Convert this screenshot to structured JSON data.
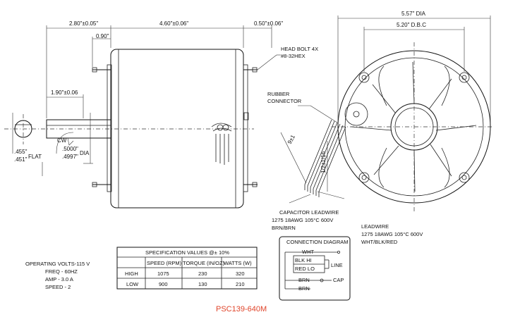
{
  "side_view": {
    "dim_overall_shaft": "2.80\"±0.05\"",
    "dim_body_length": "4.60\"±0.06\"",
    "dim_end_stud": "0.50\"±0.06\"",
    "dim_front_stud": "0.90\"",
    "dim_shaft_flat_length": "1.90\"±0.06",
    "rotation": "CW",
    "dim_flat_a": ".455\"",
    "dim_flat_b": ".451\"",
    "flat_label": "FLAT",
    "dim_dia_a": ".5000\"",
    "dim_dia_b": ".4997\"",
    "dia_label": "DIA",
    "head_bolt_line1": "HEAD BOLT 4X",
    "head_bolt_line2": "#8-32HEX"
  },
  "end_view": {
    "dim_outer_dia": "5.57\" DIA",
    "dim_bolt_circle": "5.20\" D.B.C",
    "rubber_line1": "RUBBER",
    "rubber_line2": "CONNECTOR",
    "dim_lead_length": "9±1",
    "dim_lead_strip": "1/2±1/16"
  },
  "capacitor_leadwire": {
    "title": "CAPACITOR LEADWIRE",
    "spec": "1275 18AWG 105°C 600V",
    "colors": "BRN/BRN"
  },
  "leadwire": {
    "title": "LEADWIRE",
    "spec": "1275 18AWG 105°C 600V",
    "colors": "WHT/BLK/RED"
  },
  "operating": {
    "volts": "OPERATING VOLTS-115 V",
    "freq": "FREQ - 60HZ",
    "amp": "AMP - 3.0 A",
    "speed": "SPEED - 2"
  },
  "spec_table": {
    "title": "SPECIFICATION VALUES @± 10%",
    "headers": [
      "",
      "SPEED (RPM)",
      "TORQUE (IN/OZ)",
      "WATTS (W)"
    ],
    "rows": [
      [
        "HIGH",
        "1075",
        "230",
        "320"
      ],
      [
        "LOW",
        "900",
        "130",
        "210"
      ]
    ]
  },
  "connection": {
    "title": "CONNECTION DIAGRAM",
    "wht": "WHT",
    "blk_hi": "BLK HI",
    "red_lo": "RED LO",
    "line": "LINE",
    "brn1": "BRN",
    "cap": "CAP",
    "brn2": "BRN"
  },
  "model": "PSC139-640M",
  "colors": {
    "line": "#111111",
    "model_text": "#e0442a",
    "background": "#ffffff"
  }
}
